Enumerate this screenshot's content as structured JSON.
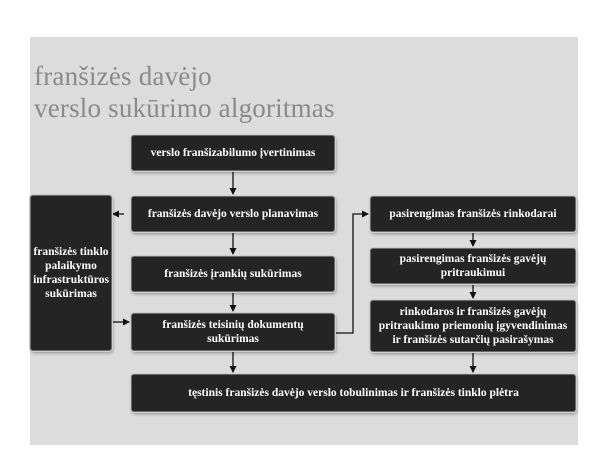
{
  "title": {
    "line1": "franšizės davėjo",
    "line2": "verslo sukūrimo algoritmas"
  },
  "boxes": {
    "b1": "verslo franšizabilumo įvertinimas",
    "b2": "franšizės davėjo verslo planavimas",
    "b3": "franšizės įrankių sukūrimas",
    "b4": "franšizės teisinių dokumentų sukūrimas",
    "b5": "tęstinis franšizės davėjo verslo tobulinimas ir franšizės tinklo plėtra",
    "b6": "franšizės tinklo palaikymo infrastruktūros sukūrimas",
    "b7": "pasirengimas franšizės rinkodarai",
    "b8": "pasirengimas franšizės gavėjų pritraukimui",
    "b9": "rinkodaros ir franšizės gavėjų pritraukimo priemonių įgyvendinimas ir franšizės sutarčių pasirašymas"
  },
  "colors": {
    "panel": "#dcdcdc",
    "box": "#242424",
    "title": "#8a8a8a",
    "connector": "#111111"
  }
}
